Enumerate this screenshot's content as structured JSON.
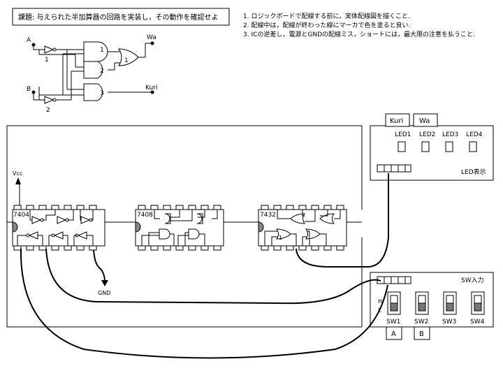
{
  "title": "課題: 与えられた半加算器の回路を実装し，その動作を確認せよ",
  "instructions": [
    "1. ロジックボードで配線する前に，実体配線図を描くこと.",
    "2. 配線中は，配線が終わった線にマーカで色を塗ると良い.",
    "3. ICの逆差し，電源とGNDの配線ミス，ショートには，最大限の注意を払うこと."
  ],
  "schematic": {
    "input_a": "A",
    "input_b": "B",
    "not1_label": "1",
    "not2_label": "2",
    "and1_label": "1",
    "and2_label": "2",
    "and3_label": "3",
    "or1_label": "1",
    "out_wa": "Wa",
    "out_kuri": "Kuri"
  },
  "board": {
    "vcc": "Vcc",
    "gnd": "GND",
    "chips": [
      "7404",
      "7408",
      "7432"
    ],
    "gate_marker": "1"
  },
  "led_panel": {
    "out_boxes": [
      "Kuri",
      "Wa"
    ],
    "leds": [
      "LED1",
      "LED2",
      "LED3",
      "LED4"
    ],
    "title": "LED表示"
  },
  "sw_panel": {
    "title": "SW入力",
    "h_label": "H",
    "l_label": "L",
    "switches": [
      "SW1",
      "SW2",
      "SW3",
      "SW4"
    ],
    "inputs": [
      "A",
      "B"
    ]
  }
}
